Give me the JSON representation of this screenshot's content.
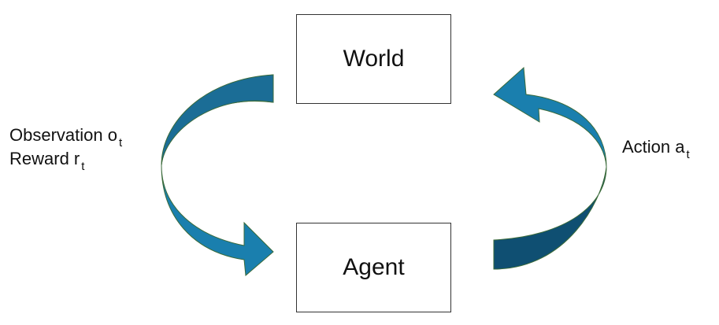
{
  "diagram": {
    "world": {
      "label": "World"
    },
    "agent": {
      "label": "Agent"
    },
    "observation": {
      "text": "Observation o",
      "subscript": "t"
    },
    "reward": {
      "text": "Reward r",
      "subscript": "t"
    },
    "action": {
      "text": "Action a",
      "subscript": "t"
    }
  },
  "colors": {
    "arrow_front": "#1a7fae",
    "arrow_back": "#0f4f72",
    "arrow_edge": "#3a6a3a",
    "box_border": "#333333"
  },
  "icons": {
    "left_arrow": "curved-arrow-down-icon",
    "right_arrow": "curved-arrow-up-icon"
  }
}
